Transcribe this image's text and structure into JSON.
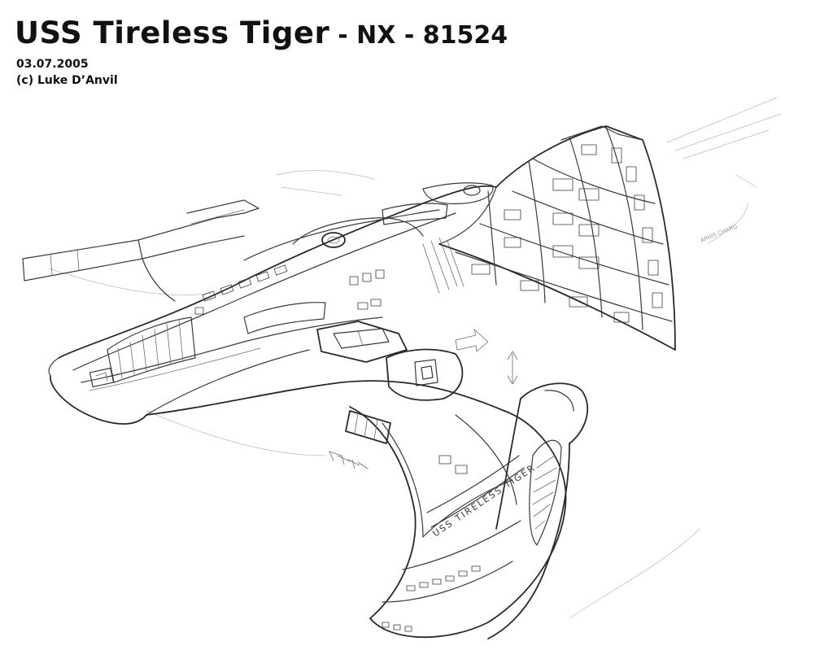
{
  "header": {
    "title_main": "USS Tireless Tiger",
    "title_registry": "- NX - 81524",
    "date": "03.07.2005",
    "credit": "(c) Luke D’Anvil"
  },
  "drawing": {
    "hull_lettering": "USS TIRELESS TIGER",
    "margin_note": "APHIS CHARG",
    "pen_color": "#3a3a3a",
    "background": "#ffffff"
  }
}
